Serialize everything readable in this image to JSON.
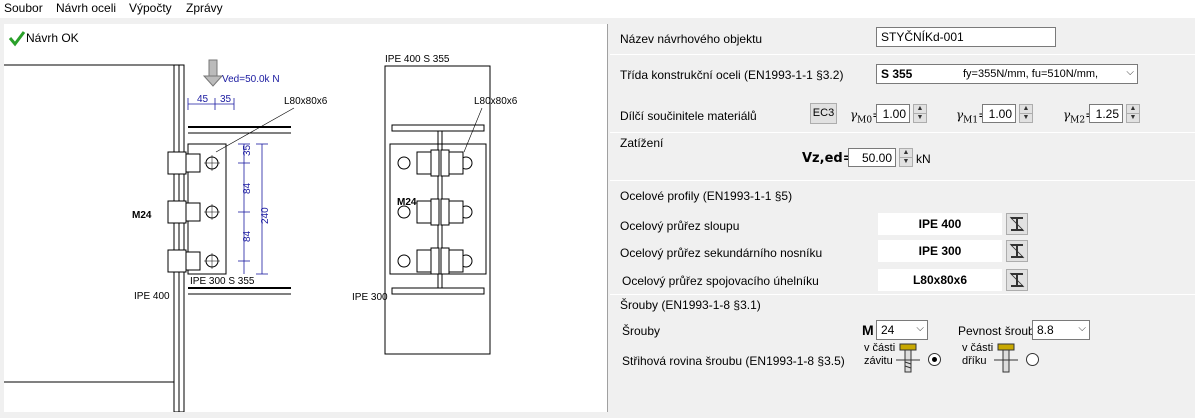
{
  "menu": {
    "items": [
      "Soubor",
      "Návrh oceli",
      "Výpočty",
      "Zprávy"
    ]
  },
  "status": {
    "text": "Návrh OK",
    "color": "#2aa02a"
  },
  "drawing": {
    "load_label": "Ved=50.0k N",
    "dim_45": "45",
    "dim_35_top": "35",
    "angle_label_left": "L80x80x6",
    "angle_label_right": "L80x80x6",
    "dim_35_v": "35",
    "dim_84_a": "84",
    "dim_84_b": "84",
    "dim_240": "240",
    "bolt_label_left": "M24",
    "bolt_label_right": "M24",
    "beam_label_left": "IPE 300 S 355",
    "column_label_left": "IPE 400",
    "column_label_top": "IPE 400 S 355",
    "beam_label_right": "IPE 300"
  },
  "form": {
    "object_name_label": "Název návrhového objektu",
    "object_name_value": "STYČNÍKd-001",
    "steel_class_label": "Třída konstrukční oceli (EN1993-1-1 §3.2)",
    "steel_grade": "S 355",
    "steel_props": "fy=355N/mm, fu=510N/mm,",
    "partial_factors_label": "Dílčí součinitele materiálů",
    "ec3_button": "EC3",
    "gamma_m0_base": "γ",
    "gamma_m0_sub": "M0",
    "gamma_m0_value": "1.00",
    "gamma_m1_base": "γ",
    "gamma_m1_sub": "M1",
    "gamma_m1_value": "1.00",
    "gamma_m2_base": "γ",
    "gamma_m2_sub": "M2",
    "gamma_m2_value": "1.25",
    "load_section_label": "Zatížení",
    "vz_label": "Vz,ed=",
    "vz_value": "50.00",
    "vz_unit": "kN",
    "profiles_section_label": "Ocelové profily (EN1993-1-1 §5)",
    "column_profile_label": "Ocelový průřez sloupu",
    "column_profile_value": "IPE 400",
    "beam_profile_label": "Ocelový průřez sekundárního nosníku",
    "beam_profile_value": "IPE 300",
    "angle_profile_label": "Ocelový průřez spojovacího úhelníku",
    "angle_profile_value": "L80x80x6",
    "bolts_section_label": "Šrouby (EN1993-1-8 §3.1)",
    "bolts_label": "Šrouby",
    "bolt_prefix": "M",
    "bolt_size": "24",
    "bolt_strength_label": "Pevnost šroubu",
    "bolt_strength_value": "8.8",
    "shear_plane_label": "Střihová rovina šroubu (EN1993-1-8 §3.5)",
    "thread_option_line1": "v části",
    "thread_option_line2": "závitu",
    "shank_option_line1": "v části",
    "shank_option_line2": "dříku"
  }
}
